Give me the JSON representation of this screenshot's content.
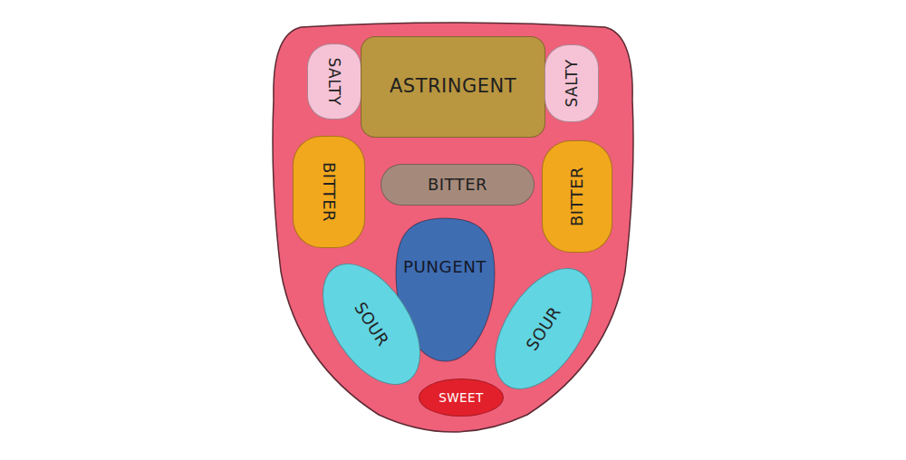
{
  "diagram": {
    "nodes": [
      {
        "text": [
          "SALTY"
        ]
      },
      {
        "text": [
          "ASTRINGENT"
        ]
      },
      {
        "text": [
          "SALTY"
        ]
      },
      {
        "text": [
          "BITTER"
        ]
      },
      {
        "text": [
          "BITTER"
        ]
      },
      {
        "text": [
          "BITTER"
        ]
      },
      {
        "text": [
          "PUNGENT"
        ]
      },
      {
        "text": [
          "SOUR"
        ]
      },
      {
        "text": [
          "SOUR"
        ]
      },
      {
        "text": [
          "SWEET"
        ]
      }
    ]
  }
}
